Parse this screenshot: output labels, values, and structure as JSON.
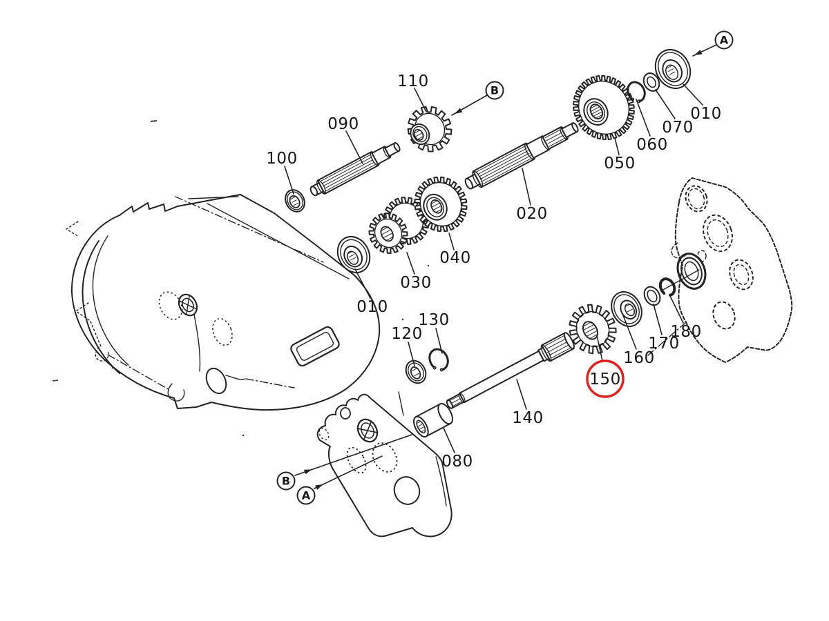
{
  "diagram": {
    "type": "exploded-parts-diagram",
    "subject": "transmission gear shaft assembly",
    "background_color": "#ffffff",
    "line_color": "#232323",
    "highlight": {
      "part": "150",
      "circle_color": "#e3201b"
    },
    "part_labels": [
      {
        "text": "110"
      },
      {
        "text": "090"
      },
      {
        "text": "100"
      },
      {
        "text": "010"
      },
      {
        "text": "030"
      },
      {
        "text": "040"
      },
      {
        "text": "020"
      },
      {
        "text": "050"
      },
      {
        "text": "060"
      },
      {
        "text": "070"
      },
      {
        "text": "010"
      },
      {
        "text": "120"
      },
      {
        "text": "130"
      },
      {
        "text": "140"
      },
      {
        "text": "150"
      },
      {
        "text": "160"
      },
      {
        "text": "170"
      },
      {
        "text": "180"
      },
      {
        "text": "080"
      }
    ],
    "reference_callouts": [
      {
        "text": "A"
      },
      {
        "text": "B"
      },
      {
        "text": "B"
      },
      {
        "text": "A"
      }
    ]
  }
}
